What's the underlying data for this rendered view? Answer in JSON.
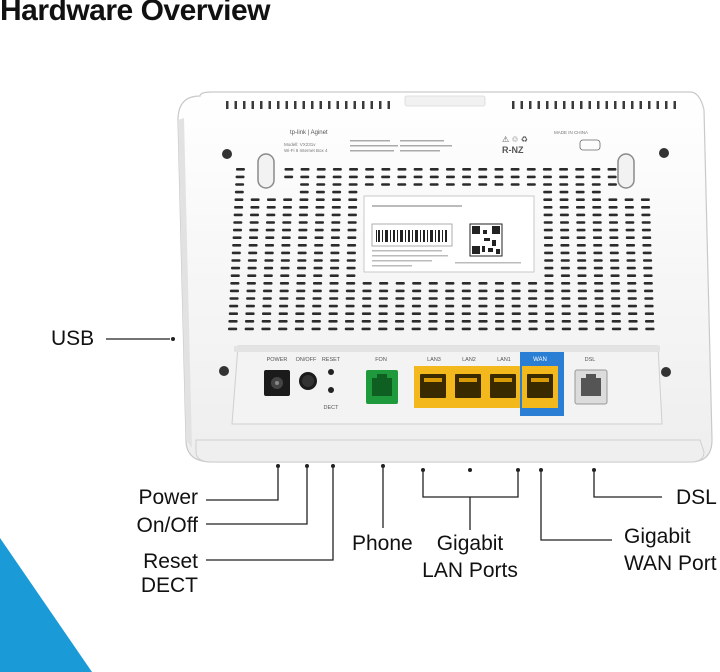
{
  "title": "Hardware Overview",
  "router": {
    "brand_lines": [
      "tp-link | Aginet",
      "Modell: VX231v",
      "Wi-Fi 6 Internet Box 4"
    ],
    "port_labels": {
      "power": "POWER",
      "onoff": "ON/OFF",
      "reset": "RESET",
      "dect": "DECT",
      "fon": "FON",
      "lan3": "LAN3",
      "lan2": "LAN2",
      "lan1": "LAN1",
      "wan": "WAN",
      "dsl": "DSL"
    },
    "cert_marks": "R-NZ",
    "made_in": "MADE IN CHINA"
  },
  "callouts": {
    "usb": "USB",
    "power": "Power",
    "onoff": "On/Off",
    "reset": "Reset",
    "dect": "DECT",
    "phone": "Phone",
    "lan_line1": "Gigabit",
    "lan_line2": "LAN Ports",
    "wan_line1": "Gigabit",
    "wan_line2": "WAN Port",
    "dsl": "DSL"
  },
  "colors": {
    "accent_blue": "#1a9ad6",
    "wan_blue": "#2a7fd4",
    "lan_yellow": "#f2b81c",
    "phone_green": "#1e9a3c",
    "body_white": "#f7f7f7"
  },
  "icons": [
    "qr-code-icon",
    "power-jack-icon",
    "onoff-button-icon",
    "rj11-port-icon",
    "rj45-port-icon"
  ]
}
